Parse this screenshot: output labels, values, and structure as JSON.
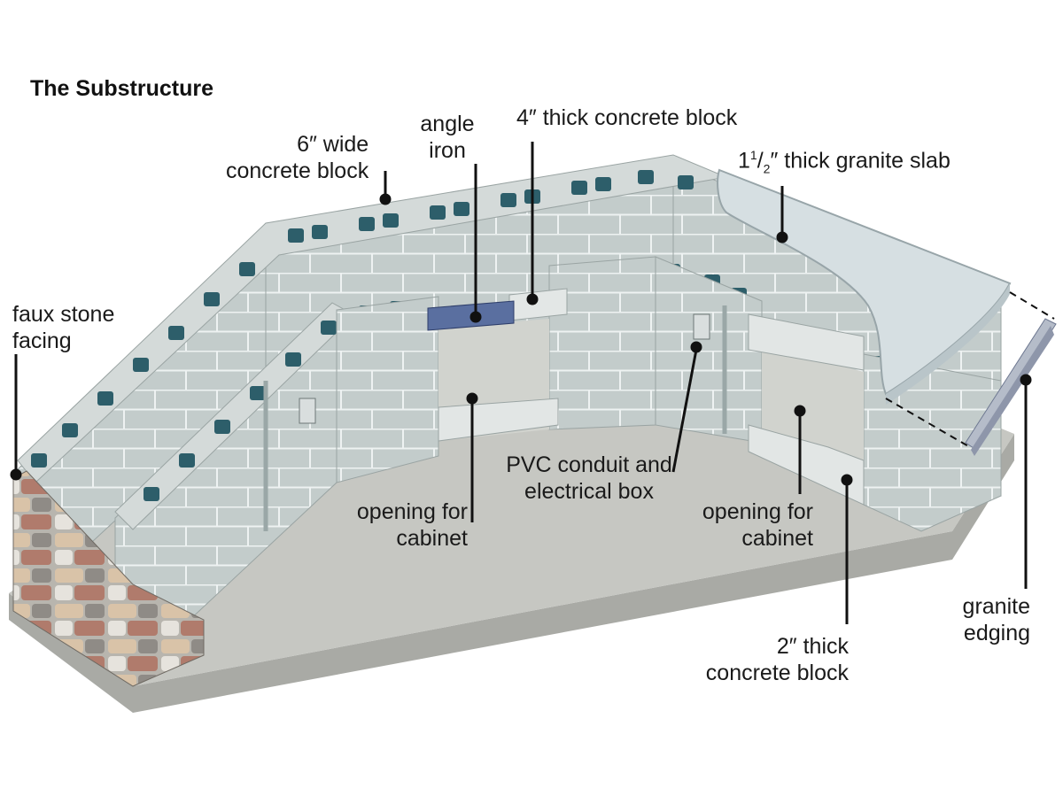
{
  "title": "The Substructure",
  "labels": {
    "wide_block": [
      "6″ wide",
      "concrete block"
    ],
    "angle_iron": [
      "angle",
      "iron"
    ],
    "thick4_block": "4″ thick concrete block",
    "granite_slab": {
      "whole": "1",
      "num": "1",
      "den": "2",
      "rest": "″ thick granite slab"
    },
    "faux_stone": [
      "faux stone",
      "facing"
    ],
    "pvc": [
      "PVC conduit and",
      "electrical box"
    ],
    "opening_left": [
      "opening for",
      "cabinet"
    ],
    "opening_right": [
      "opening for",
      "cabinet"
    ],
    "thick2_block": [
      "2″ thick",
      "concrete block"
    ],
    "granite_edging": [
      "granite",
      "edging"
    ]
  },
  "colors": {
    "block_face": "#c3cccb",
    "block_top": "#d4dad9",
    "block_hole": "#2d5e6a",
    "slab": "#d6dfe2",
    "floor": "#c6c7c2",
    "floor_edge": "#a9aaa5",
    "angle_iron": "#5a6fa0",
    "leader": "#111111"
  }
}
